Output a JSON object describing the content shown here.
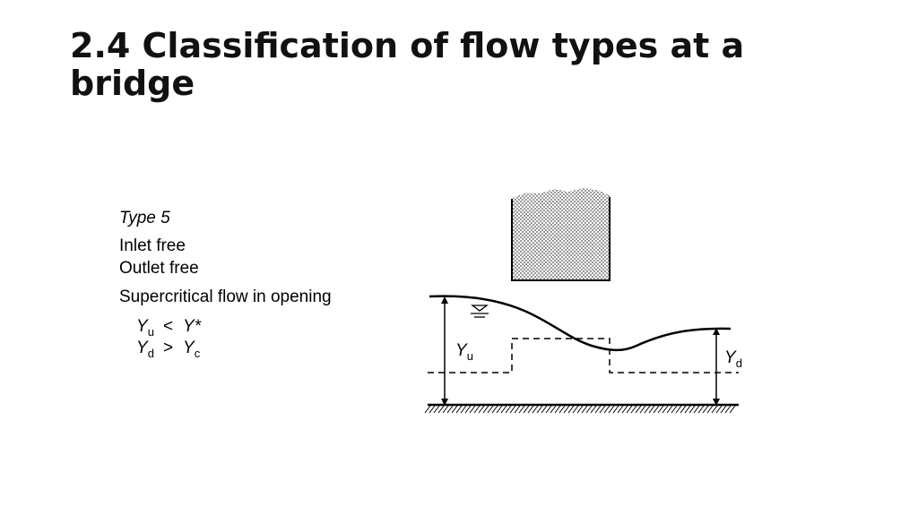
{
  "slide": {
    "title": "2.4 Classification of flow types at a bridge"
  },
  "legend": {
    "type": "Type 5",
    "inlet": "Inlet free",
    "outlet": "Outlet free",
    "flow": "Supercritical flow in opening",
    "cond1": {
      "lhs": "Y",
      "lhs_sub": "u",
      "op": "<",
      "rhs": "Y*"
    },
    "cond2": {
      "lhs": "Y",
      "lhs_sub": "d",
      "op": ">",
      "rhs": "Y",
      "rhs_sub": "c"
    }
  },
  "figure": {
    "yu": {
      "main": "Y",
      "sub": "u"
    },
    "yd": {
      "main": "Y",
      "sub": "d"
    }
  }
}
